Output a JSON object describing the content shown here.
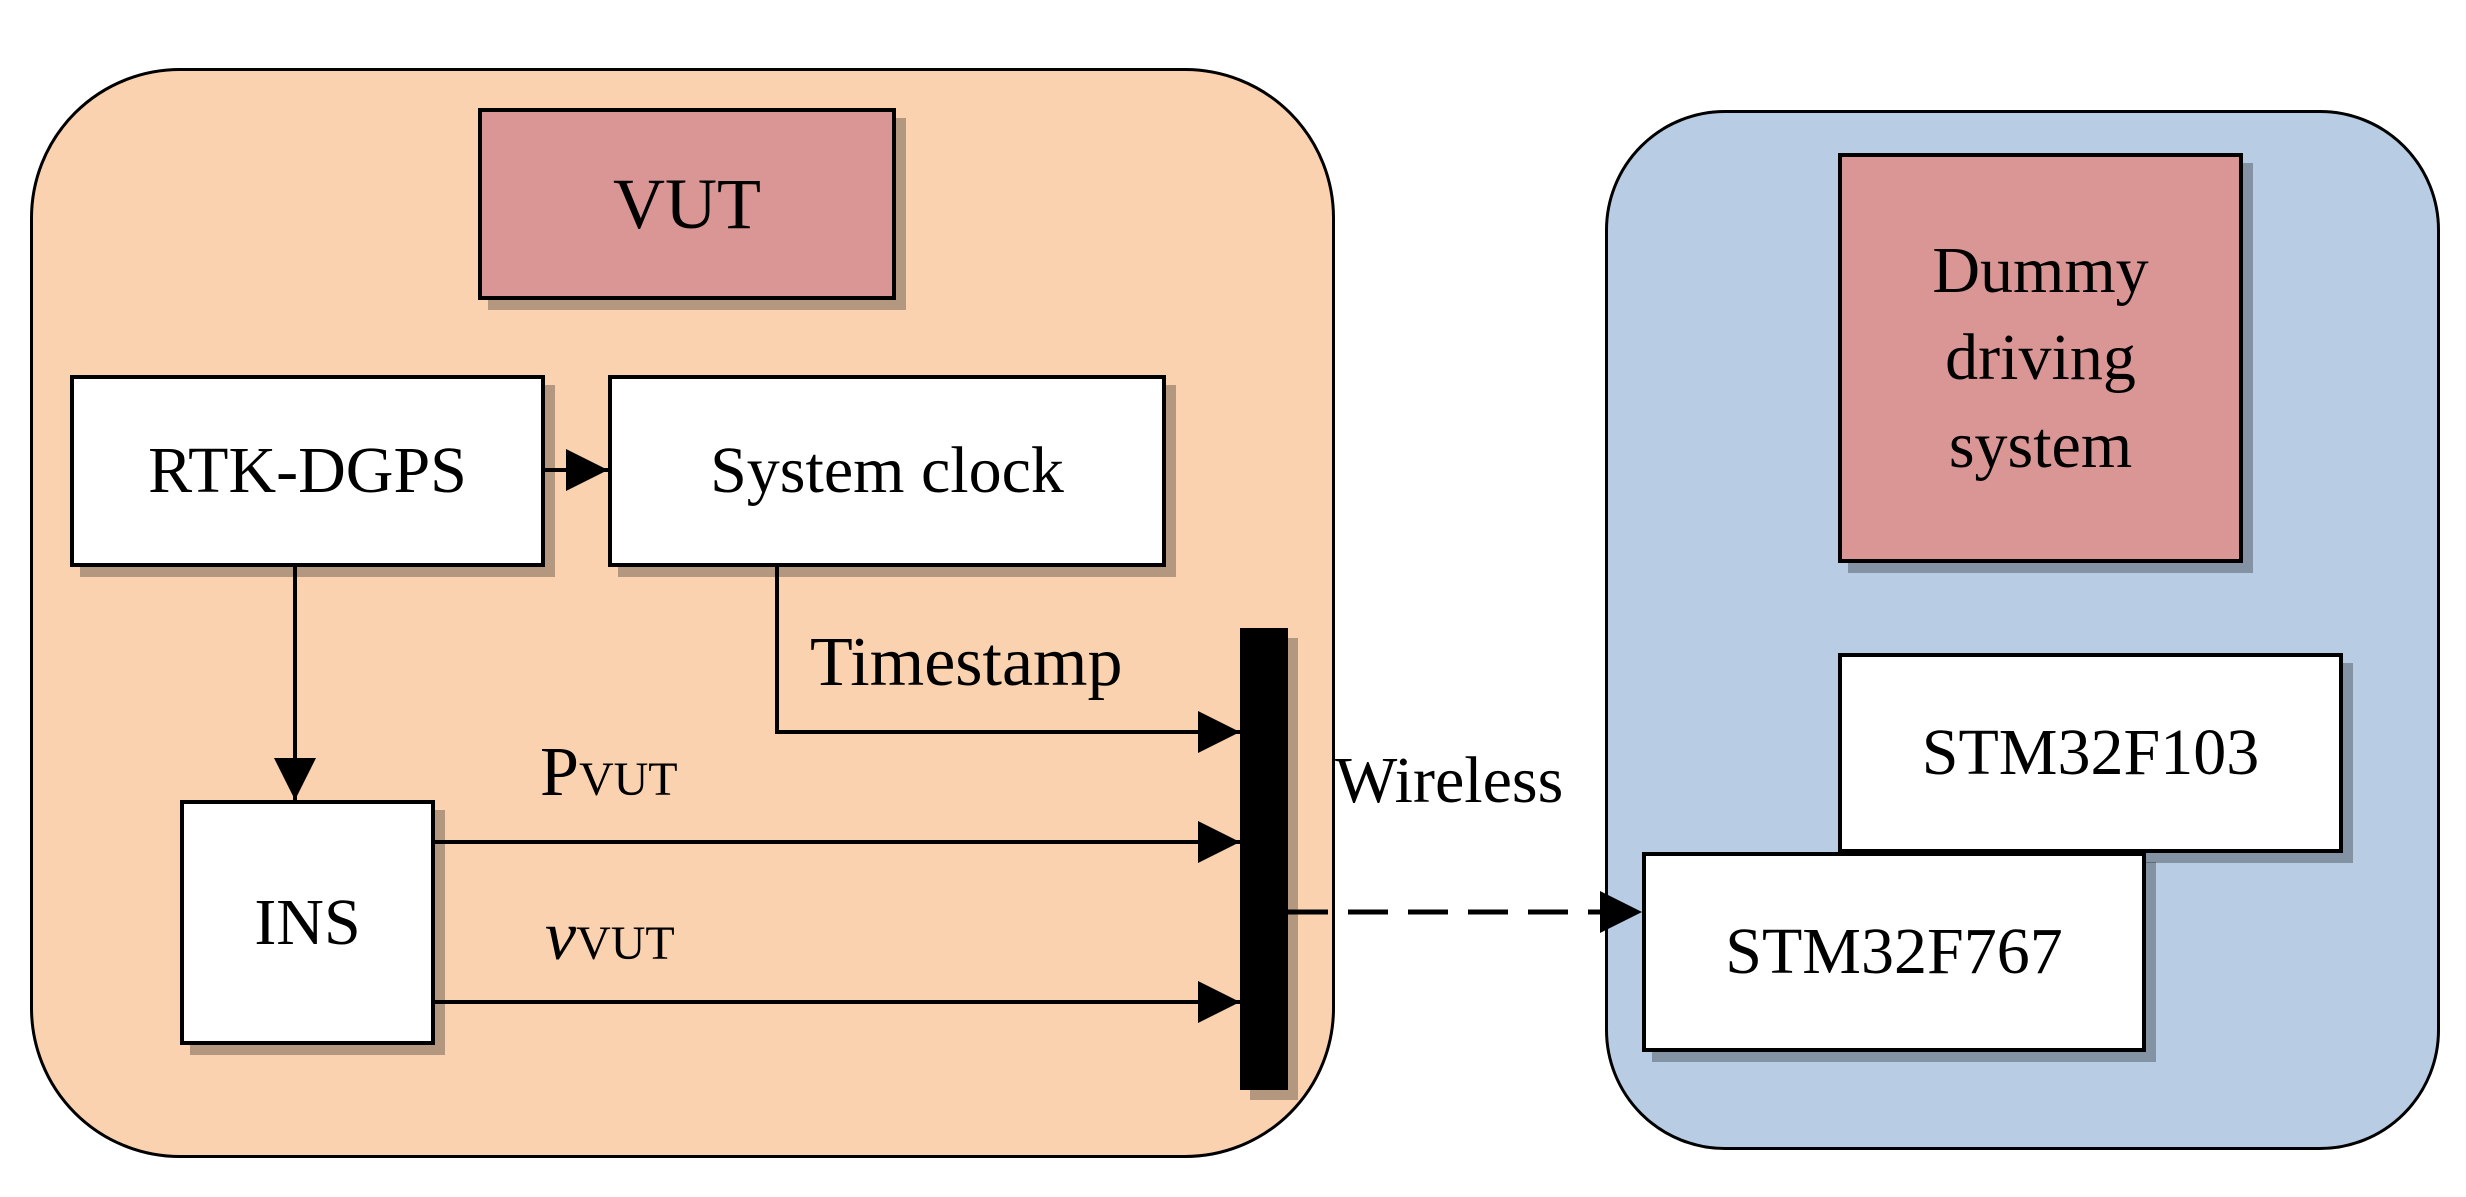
{
  "colors": {
    "vut_region_fill": "#fad2b0",
    "dummy_region_fill": "#b8cce4",
    "title_box_fill": "#d99694",
    "component_box_fill": "#ffffff",
    "line": "#000000"
  },
  "nodes": {
    "vut_title": "VUT",
    "rtk_dgps": "RTK-DGPS",
    "system_clock": "System clock",
    "ins": "INS",
    "dummy_title_line1": "Dummy",
    "dummy_title_line2": "driving",
    "dummy_title_line3": "system",
    "stm32f103": "STM32F103",
    "stm32f767": "STM32F767"
  },
  "labels": {
    "timestamp": "Timestamp",
    "p_main": "P",
    "p_sub": "VUT",
    "v_main": "v",
    "v_sub": "VUT",
    "wireless": "Wireless"
  },
  "edges": [
    {
      "from": "rtk_dgps",
      "to": "system_clock",
      "style": "solid"
    },
    {
      "from": "rtk_dgps",
      "to": "ins",
      "style": "solid"
    },
    {
      "from": "system_clock",
      "to": "bus",
      "label": "Timestamp",
      "style": "solid"
    },
    {
      "from": "ins",
      "to": "bus",
      "label": "PVUT",
      "style": "solid"
    },
    {
      "from": "ins",
      "to": "bus",
      "label": "vVUT",
      "style": "solid"
    },
    {
      "from": "bus",
      "to": "stm32f767",
      "label": "Wireless",
      "style": "dashed"
    }
  ]
}
